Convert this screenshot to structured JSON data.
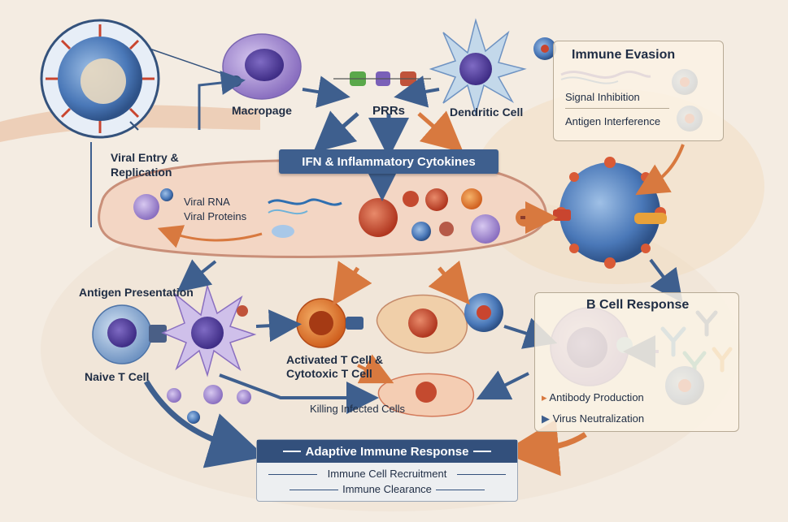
{
  "labels": {
    "macrophage": "Macropage",
    "prrs": "PRRs",
    "dendritic_cell": "Dendritic Cell",
    "viral_entry_line1": "Viral Entry &",
    "viral_entry_line2": "Replication",
    "ifn_banner": "IFN & Inflammatory Cytokines",
    "viral_rna": "Viral RNA",
    "viral_proteins": "Viral Proteins",
    "antigen_presentation": "Antigen Presentation",
    "naive_t_cell": "Naive T Cell",
    "activated_t_line1": "Activated T Cell &",
    "activated_t_line2": "Cytotoxic T Cell",
    "killing": "Killing Infected Cells"
  },
  "immune_evasion": {
    "title": "Immune Evasion",
    "items": [
      "Signal Inhibition",
      "Antigen Interference"
    ]
  },
  "b_cell": {
    "title": "B Cell Response",
    "items": [
      "Antibody Production",
      "Virus Neutralization"
    ]
  },
  "adaptive": {
    "title": "Adaptive Immune Response",
    "items": [
      "Immune Cell Recruitment",
      "Immune Clearance"
    ]
  },
  "colors": {
    "navy": "#33507c",
    "virus_blue": "#4a78b8",
    "spike_red": "#c9452f",
    "cell_purple": "#8a6fc0",
    "t_cell_orange": "#e07a2c",
    "arrow_orange": "#d8793f"
  },
  "icons": [
    "virus-icon",
    "macrophage-icon",
    "dendritic-cell-icon",
    "t-cell-icon",
    "b-cell-icon",
    "antibody-icon",
    "arrow-icon"
  ]
}
